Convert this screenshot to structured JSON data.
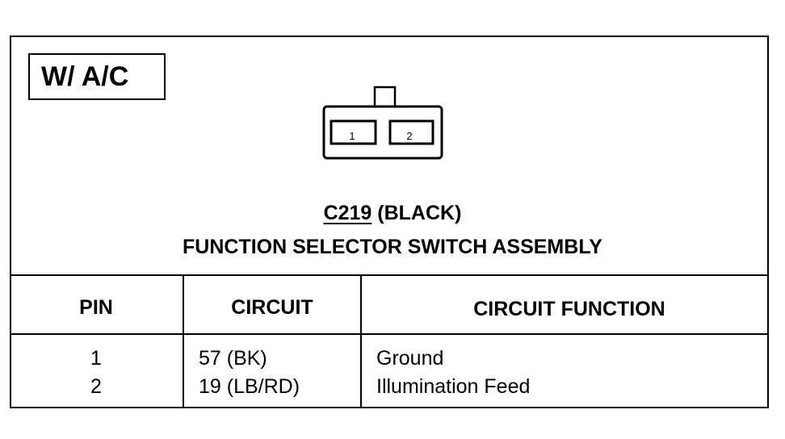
{
  "variant_label": "W/ A/C",
  "connector": {
    "id": "C219",
    "color": "(BLACK)",
    "name": "FUNCTION SELECTOR SWITCH ASSEMBLY",
    "pin_labels": [
      "1",
      "2"
    ]
  },
  "table": {
    "headers": [
      "PIN",
      "CIRCUIT",
      "CIRCUIT FUNCTION"
    ],
    "rows": [
      {
        "pin": "1",
        "circuit": "57 (BK)",
        "function": "Ground"
      },
      {
        "pin": "2",
        "circuit": "19 (LB/RD)",
        "function": "Illumination Feed"
      }
    ]
  }
}
